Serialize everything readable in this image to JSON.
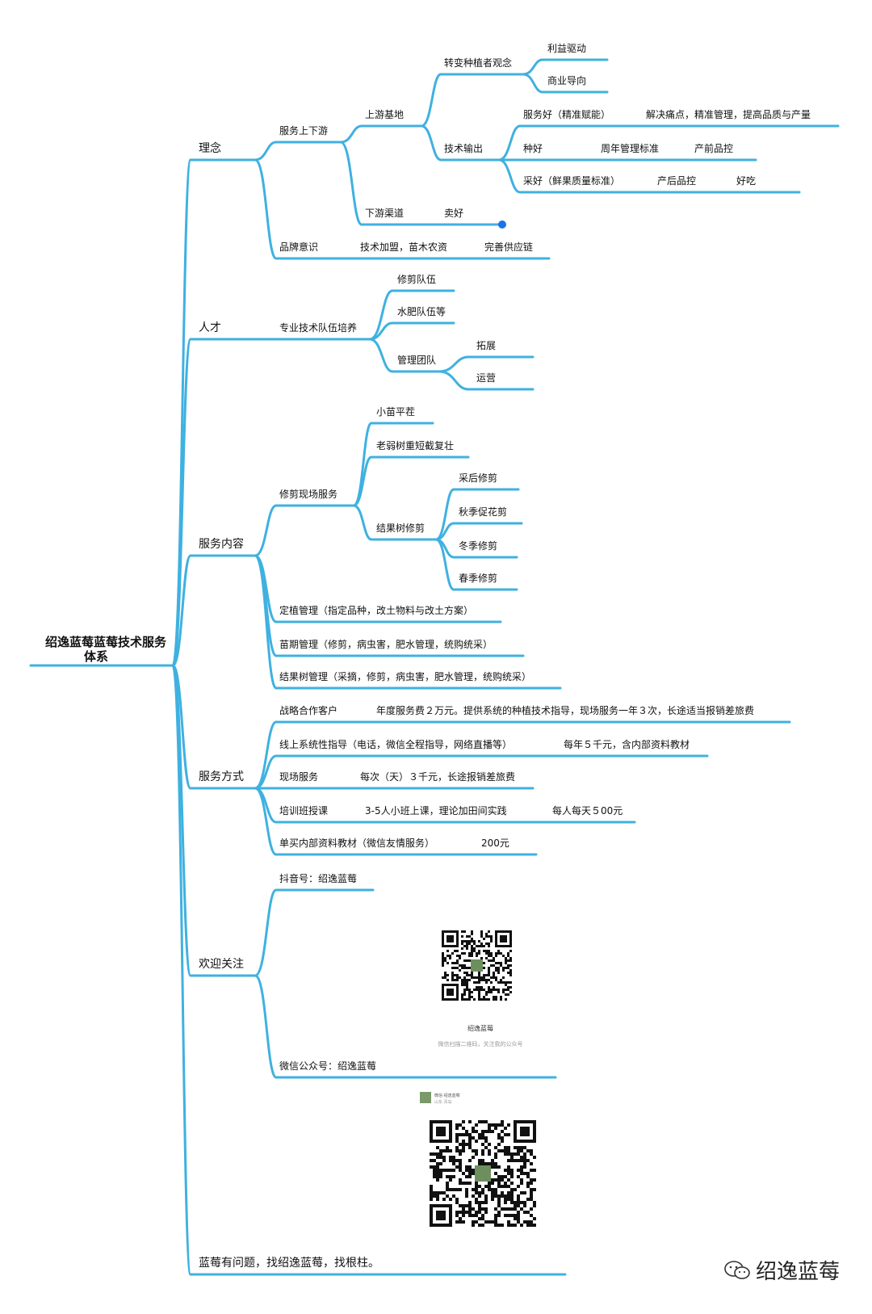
{
  "root": {
    "title": "绍逸蓝莓蓝莓技术服务体系"
  },
  "branches": {
    "linian": "理念",
    "rencai": "人才",
    "fuwu_neirong": "服务内容",
    "fuwu_fangshi": "服务方式",
    "huanying": "欢迎关注",
    "footer": "蓝莓有问题，找绍逸蓝莓，找根柱。"
  },
  "linian": {
    "sx": "服务上下游",
    "sy": "上游基地",
    "zb": "转变种植者观念",
    "lyqd": "利益驱动",
    "syd": "商业导向",
    "jssc": "技术输出",
    "fwh": "服务好（精准赋能）",
    "fwh_d": "解决痛点，精准管理，提高品质与产量",
    "zh": "种好",
    "zh_1": "周年管理标准",
    "zh_2": "产前品控",
    "ch": "采好（鲜果质量标准）",
    "ch_1": "产后品控",
    "ch_2": "好吃",
    "xy": "下游渠道",
    "mh": "卖好",
    "pp": "品牌意识",
    "pp_1": "技术加盟，苗木农资",
    "pp_2": "完善供应链"
  },
  "rencai": {
    "zy": "专业技术队伍培养",
    "xj": "修剪队伍",
    "sf": "水肥队伍等",
    "gl": "管理团队",
    "tz": "拓展",
    "yy": "运营"
  },
  "neirong": {
    "xjxc": "修剪现场服务",
    "xm": "小苗平茬",
    "lr": "老弱树重短截复壮",
    "jg": "结果树修剪",
    "ch": "采后修剪",
    "qj": "秋季促花剪",
    "dj": "冬季修剪",
    "cj": "春季修剪",
    "dz": "定植管理（指定品种，改土物料与改土方案）",
    "mq": "苗期管理（修剪，病虫害，肥水管理，统购统采）",
    "jgs": "结果树管理（采摘，修剪，病虫害，肥水管理，统购统采）"
  },
  "fangshi": {
    "zl": "战略合作客户",
    "zl_d": "年度服务费２万元。提供系统的种植技术指导，现场服务一年３次，长途适当报销差旅费",
    "xs": "线上系统性指导（电话，微信全程指导，网络直播等）",
    "xs_d": "每年５千元，含内部资料教材",
    "xc": "现场服务",
    "xc_d": "每次（天）３千元，长途报销差旅费",
    "px": "培训班授课",
    "px_1": "3-5人小班上课，理论加田间实践",
    "px_2": "每人每天５00元",
    "dm": "单买内部资料教材（微信友情服务）",
    "dm_d": "200元"
  },
  "guanzhu": {
    "dy": "抖音号：绍逸蓝莓",
    "qr1_name": "绍逸蓝莓",
    "qr1_hint": "微信扫描二维码，关注我的公众号",
    "wx": "微信公众号：绍逸蓝莓",
    "qr2_name": "微信·绍逸蓝莓",
    "qr2_sub": "山东 青岛"
  },
  "watermark": {
    "text": "绍逸蓝莓",
    "icon": "wechat-icon"
  },
  "colors": {
    "line": "#3fb1e0",
    "dot": "#1a73e8",
    "text": "#111111"
  }
}
